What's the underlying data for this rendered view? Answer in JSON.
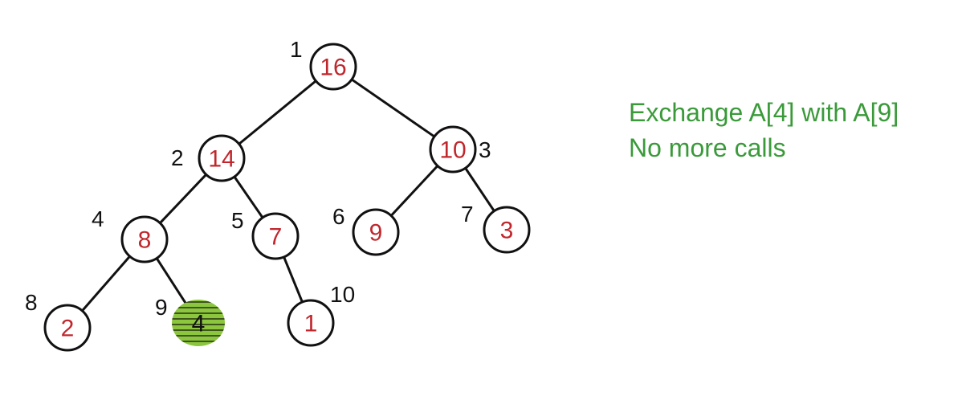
{
  "colors": {
    "value_text": "#c0272d",
    "highlight_fill": "#8cc63f",
    "highlight_text": "#111111",
    "annotation_text": "#3a9a3a",
    "line": "#111111"
  },
  "tree": {
    "nodes": [
      {
        "index": "1",
        "value": "16",
        "highlighted": false
      },
      {
        "index": "2",
        "value": "14",
        "highlighted": false
      },
      {
        "index": "3",
        "value": "10",
        "highlighted": false
      },
      {
        "index": "4",
        "value": "8",
        "highlighted": false
      },
      {
        "index": "5",
        "value": "7",
        "highlighted": false
      },
      {
        "index": "6",
        "value": "9",
        "highlighted": false
      },
      {
        "index": "7",
        "value": "3",
        "highlighted": false
      },
      {
        "index": "8",
        "value": "2",
        "highlighted": false
      },
      {
        "index": "9",
        "value": "4",
        "highlighted": true
      },
      {
        "index": "10",
        "value": "1",
        "highlighted": false
      }
    ],
    "edges": [
      [
        "1",
        "2"
      ],
      [
        "1",
        "3"
      ],
      [
        "2",
        "4"
      ],
      [
        "2",
        "5"
      ],
      [
        "3",
        "6"
      ],
      [
        "3",
        "7"
      ],
      [
        "4",
        "8"
      ],
      [
        "4",
        "9"
      ],
      [
        "5",
        "10"
      ]
    ]
  },
  "annotations": {
    "line1": "Exchange A[4] with A[9]",
    "line2": "No more calls"
  }
}
